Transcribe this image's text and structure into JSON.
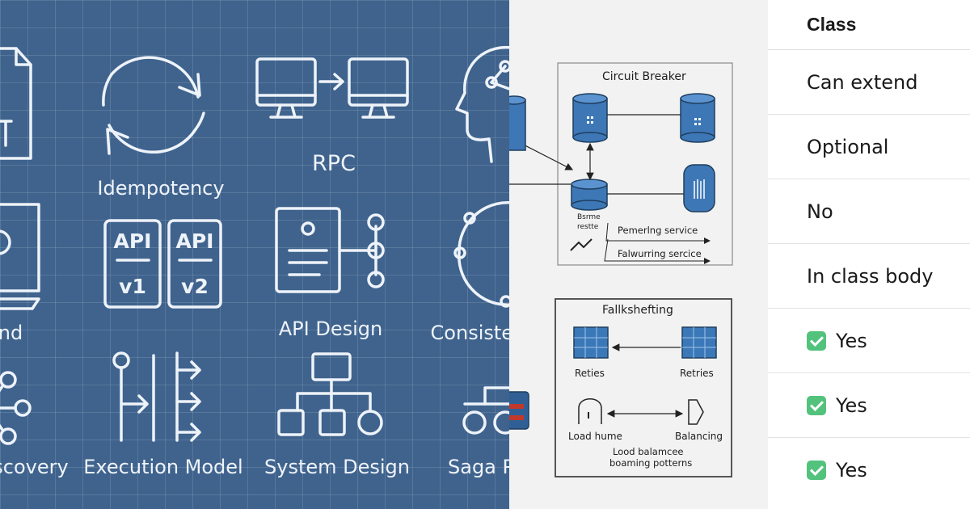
{
  "blueprint": {
    "labels": {
      "idempotency": "Idempotency",
      "rpc": "RPC",
      "api_design": "API Design",
      "consistency": "Consistenc",
      "backend": "nd",
      "discovery": "scovery",
      "execution_model": "Execution Model",
      "system_design": "System Design",
      "saga": "Saga P"
    },
    "api_badges": {
      "v1_top": "API",
      "v1_bottom": "v1",
      "v2_top": "API",
      "v2_bottom": "v2"
    },
    "colors": {
      "background": "#3f638d",
      "line": "#eef3f9"
    }
  },
  "diagram": {
    "circuit_breaker_title": "Circuit Breaker",
    "small_label": "Bsrme\nrestte",
    "pending_service": "Pemerlng service",
    "failing_service": "Falwurring sercice",
    "fallback_title": "Fallkshefting",
    "retries_left": "Reties",
    "retries_right": "Retries",
    "load_left": "Load hume",
    "load_right": "Balancing",
    "load_caption_1": "Lood balamcee",
    "load_caption_2": "boaming potterns"
  },
  "table": {
    "header": "Class",
    "rows": [
      {
        "text": "Can extend",
        "check": false
      },
      {
        "text": "Optional",
        "check": false
      },
      {
        "text": "No",
        "check": false
      },
      {
        "text": "In class body",
        "check": false
      },
      {
        "text": "Yes",
        "check": true
      },
      {
        "text": "Yes",
        "check": true
      },
      {
        "text": "Yes",
        "check": true
      }
    ]
  }
}
